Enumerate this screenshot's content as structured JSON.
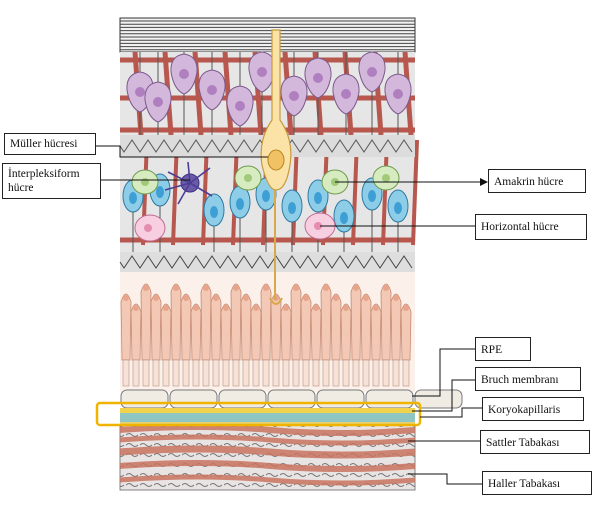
{
  "labels": {
    "muller": "Müller hücresi",
    "interpleksiform": "İnterpleksiform hücre",
    "amakrin": "Amakrin hücre",
    "horizontal": "Horizontal hücre",
    "rpe": "RPE",
    "bruch": "Bruch membranı",
    "koryokapillaris": "Koryokapillaris",
    "sattler": "Sattler Tabakası",
    "haller": "Haller Tabakası"
  },
  "colors": {
    "ganglion_cell": "#d4b8dc",
    "ganglion_nucleus": "#b07fc0",
    "muller_cell": "#fbe3a8",
    "blood_vessel": "#b7574d",
    "bipolar_cell": "#8ecde8",
    "bipolar_nucleus": "#3e9fd4",
    "amacrine_cell": "#d6ecc0",
    "horizontal_cell": "#f7cfe0",
    "interplexiform_cell": "#6a5aa8",
    "photoreceptor": "#f3c9b6",
    "rpe": "#f0ece4",
    "bruch_membrane": "#f2d24a",
    "choriocapillaris": "#8fc6c2",
    "choroid_vessel": "#c8735f",
    "highlight_outline": "#f0b400"
  }
}
